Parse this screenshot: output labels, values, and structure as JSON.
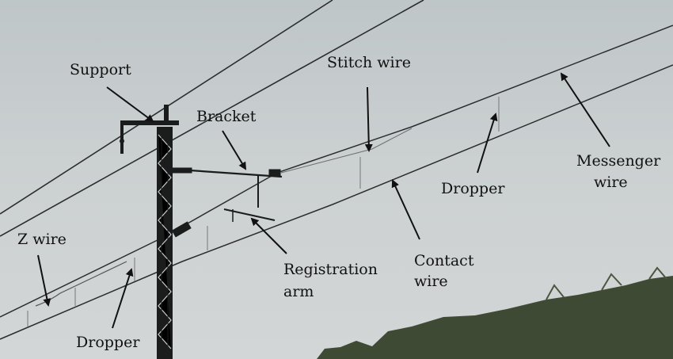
{
  "image": {
    "subject": "overhead catenary line",
    "sky_color": "#c9cecf",
    "wire_color": "#2b2d2e",
    "foliage_color": "#3f4a35"
  },
  "labels": {
    "support": "Support",
    "bracket": "Bracket",
    "stitch_wire": "Stitch wire",
    "messenger_wire_line1": "Messenger",
    "messenger_wire_line2": "wire",
    "dropper_right": "Dropper",
    "contact_wire_line1": "Contact",
    "contact_wire_line2": "wire",
    "registration_arm_line1": "Registration",
    "registration_arm_line2": "arm",
    "z_wire": "Z wire",
    "dropper_left": "Dropper"
  }
}
